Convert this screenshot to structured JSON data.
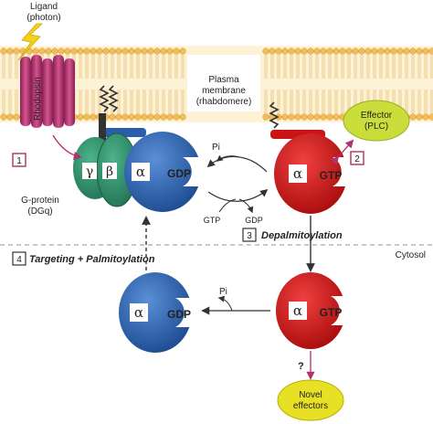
{
  "labels": {
    "ligand": "Ligand",
    "photon": "(photon)",
    "rhodopsin": "Rhodopsin",
    "plasma": "Plasma",
    "membrane": "membrane",
    "rhabdomere": "(rhabdomere)",
    "effector": "Effector",
    "plc": "(PLC)",
    "gprotein": "G-protein",
    "dgq": "(DGq)",
    "cytosol": "Cytosol",
    "novel1": "Novel",
    "novel2": "effectors",
    "question": "?"
  },
  "subunits": {
    "gamma": "γ",
    "beta": "β",
    "alpha": "α",
    "gdp": "GDP",
    "gtp": "GTP",
    "pi": "Pi"
  },
  "cycle": {
    "pi": "Pi",
    "gtp": "GTP",
    "gdp": "GDP"
  },
  "steps": [
    {
      "number": "1",
      "text": ""
    },
    {
      "number": "2",
      "text": ""
    },
    {
      "number": "3",
      "text": "Depalmitoylation"
    },
    {
      "number": "4",
      "text": "Targeting + Palmitoylation"
    }
  ],
  "colors": {
    "membrane_head": "#f0bd5a",
    "membrane_band": "#fbeac2",
    "rhodopsin": "#c2407c",
    "g_gamma": "#3a9a74",
    "g_beta": "#2f8a66",
    "g_alpha_gdp": "#2a5ea8",
    "g_alpha_gtp": "#cc1414",
    "effector": "#c9de3a",
    "step_box_red": "#b03060",
    "arrow": "#333333",
    "arrow_pink": "#b03070"
  }
}
